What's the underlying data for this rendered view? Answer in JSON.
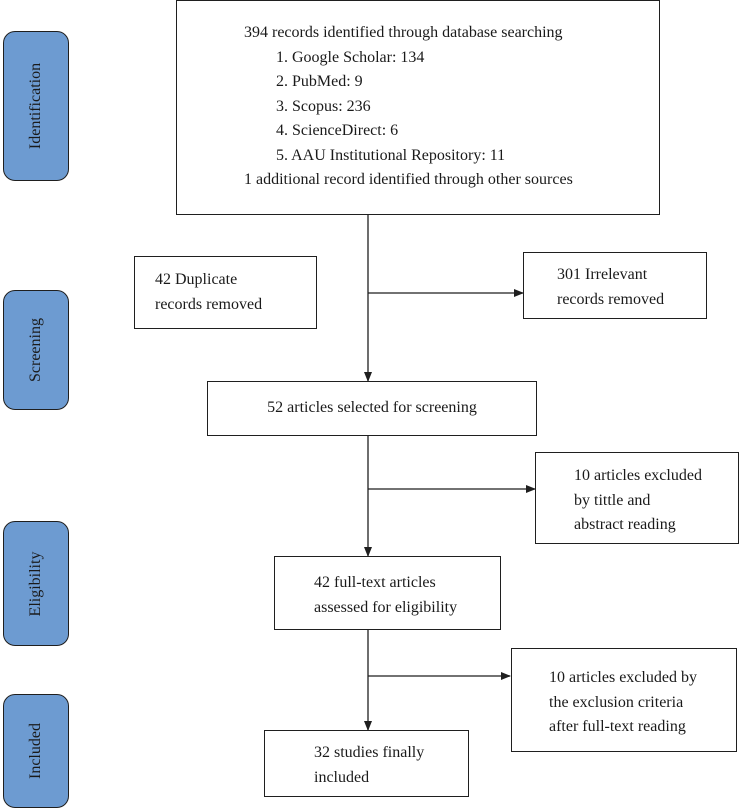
{
  "phases": {
    "identification": "Identification",
    "screening": "Screening",
    "eligibility": "Eligibility",
    "included": "Included"
  },
  "identification_box": {
    "heading": "394 records identified through database searching",
    "sources": [
      "1. Google Scholar: 134",
      "2. PubMed: 9",
      "3. Scopus: 236",
      "4. ScienceDirect: 6",
      "5. AAU Institutional Repository: 11"
    ],
    "additional": "1 additional record identified through other sources"
  },
  "duplicates_box": {
    "lines": [
      "42 Duplicate",
      "records removed"
    ]
  },
  "irrelevant_box": {
    "lines": [
      "301 Irrelevant",
      "records removed"
    ]
  },
  "screening_box": {
    "text": "52 articles selected for screening"
  },
  "excluded_abstract_box": {
    "lines": [
      "10 articles excluded",
      "by tittle and",
      "abstract reading"
    ]
  },
  "eligibility_box": {
    "lines": [
      "42 full-text articles",
      "assessed for eligibility"
    ]
  },
  "excluded_fulltext_box": {
    "lines": [
      "10 articles excluded by",
      "the exclusion criteria",
      "after full-text reading"
    ]
  },
  "included_box": {
    "lines": [
      "32 studies finally",
      "included"
    ]
  }
}
